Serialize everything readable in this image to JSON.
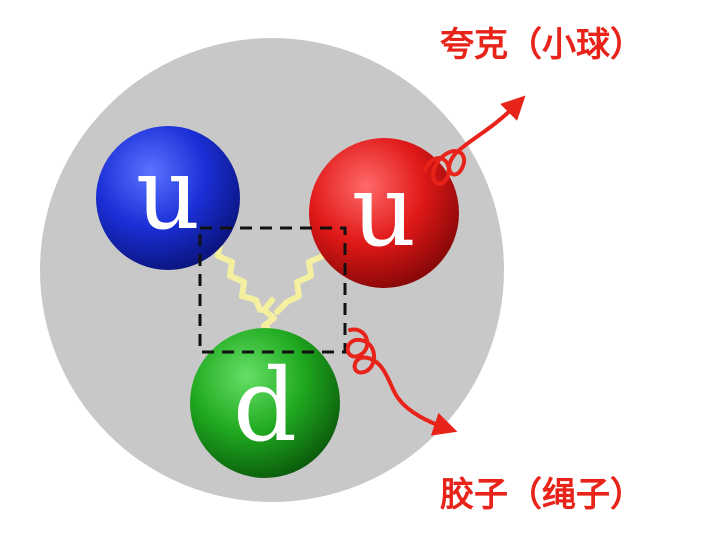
{
  "proton": {
    "fill": "#c8c8c8"
  },
  "quarks": [
    {
      "id": "up-left",
      "letter": "u",
      "color": "#1a2fd6",
      "highlight": "#5a73ff"
    },
    {
      "id": "up-right",
      "letter": "u",
      "color": "#e01818",
      "highlight": "#ff6a6a"
    },
    {
      "id": "down",
      "letter": "d",
      "color": "#1fa81f",
      "highlight": "#66e066"
    }
  ],
  "gluon": {
    "color": "#f5f0a0",
    "box_style": "dashed"
  },
  "labels": {
    "quark": "夸克（小球）",
    "gluon": "胶子（绳子）"
  },
  "accent_color": "#e8231a"
}
